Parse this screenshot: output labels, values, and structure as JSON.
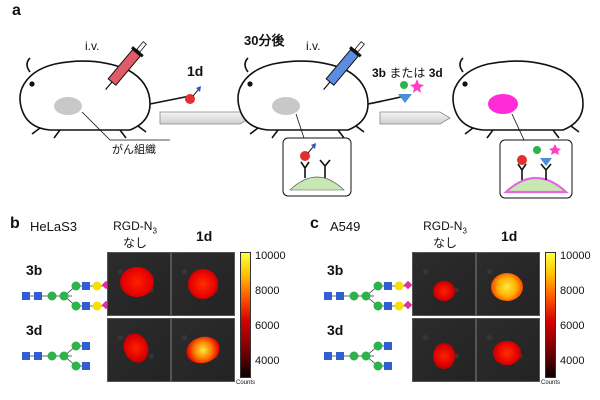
{
  "panel_a": {
    "letter": "a",
    "time_label": "30分後",
    "iv_label": "i.v.",
    "compound_1d": "1d",
    "step2_label_3b": "3b",
    "step2_label_mid": "または",
    "step2_label_3d": "3d",
    "tumor_label": "がん組織"
  },
  "panel_b": {
    "letter": "b",
    "cell_line": "HeLaS3",
    "col_control_line1": "RGD-N",
    "col_control_sub": "3",
    "col_control_line2": "なし",
    "col_1d": "1d",
    "row_3b": "3b",
    "row_3d": "3d"
  },
  "panel_c": {
    "letter": "c",
    "cell_line": "A549",
    "col_control_line1": "RGD-N",
    "col_control_sub": "3",
    "col_control_line2": "なし",
    "col_1d": "1d",
    "row_3b": "3b",
    "row_3d": "3d"
  },
  "colorbar": {
    "ticks": [
      "10000",
      "8000",
      "6000",
      "4000"
    ],
    "unit_label": "Counts"
  },
  "colors": {
    "syringe_red": "#e05a6a",
    "syringe_blue": "#5b8de0",
    "tumor_gray": "#c8c8c8",
    "tumor_magenta": "#ff2bd6",
    "glycan_blue": "#2f5fd0",
    "glycan_green": "#2db34a",
    "glycan_yellow": "#f5e000",
    "glycan_magenta": "#e0309a"
  }
}
